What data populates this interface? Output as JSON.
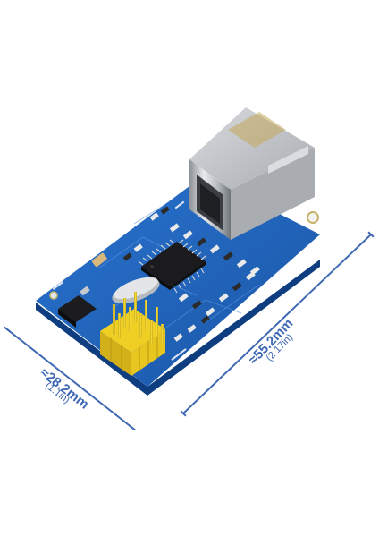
{
  "product": {
    "description_image": "W5500 ethernet module photo"
  },
  "dimensions": {
    "width_mm": "≈28.2mm",
    "width_in": "(1.1in)",
    "length_mm": "≈55.2mm",
    "length_in": "(2.17in)"
  },
  "colors": {
    "pcb": "#1f5fb5",
    "pcb_dark": "#174a91",
    "dimension_line": "#3f69b3",
    "header_pins": "#f2d52b",
    "rj45_metal": "#c9ccd0"
  }
}
